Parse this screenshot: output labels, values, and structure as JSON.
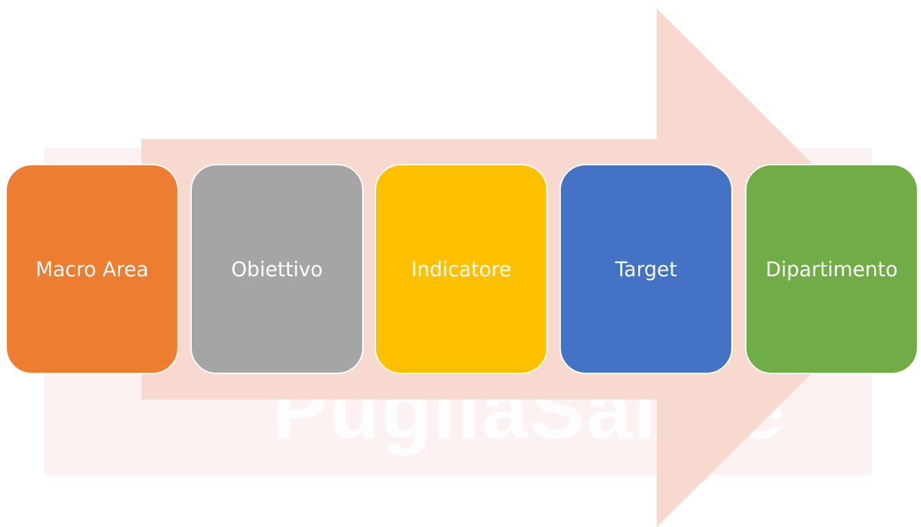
{
  "watermark": {
    "text": "PugliaSalute"
  },
  "arrow": {
    "color": "#f7d9cf"
  },
  "steps": [
    {
      "label": "Macro Area",
      "color": "#ed7d31"
    },
    {
      "label": "Obiettivo",
      "color": "#a5a5a5"
    },
    {
      "label": "Indicatore",
      "color": "#ffc000"
    },
    {
      "label": "Target",
      "color": "#4472c4"
    },
    {
      "label": "Dipartimento",
      "color": "#70ad47"
    }
  ]
}
